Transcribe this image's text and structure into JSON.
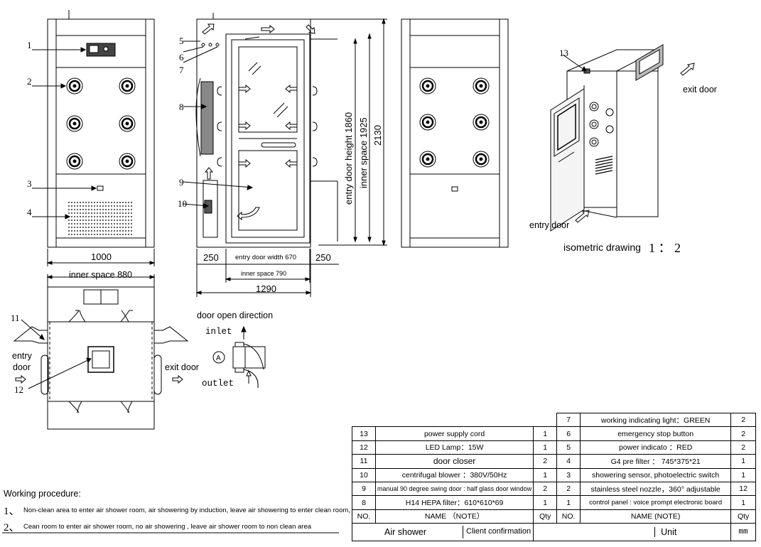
{
  "callouts": {
    "c1": "1",
    "c2": "2",
    "c3": "3",
    "c4": "4",
    "c5": "5",
    "c6": "6",
    "c7": "7",
    "c8": "8",
    "c9": "9",
    "c10": "10",
    "c11": "11",
    "c12": "12",
    "c13": "13"
  },
  "dimensions": {
    "front_width": "1000",
    "side_left": "250",
    "side_door_width": "entry door width 670",
    "side_right": "250",
    "side_inner": "inner space 790",
    "side_total": "1290",
    "door_height": "entry door height 1860",
    "inner_height": "inner space 1925",
    "total_height": "2130",
    "plan_inner": "inner space 880"
  },
  "labels": {
    "exit_door_iso": "exit door",
    "entry_door_iso": "entry door",
    "iso_caption": "isometric drawing",
    "iso_scale": "1 ： 2",
    "entry_plan_1": "entry",
    "entry_plan_2": "door",
    "exit_plan": "exit door",
    "door_open_dir": "door open direction",
    "inlet": "inlet",
    "outlet": "outlet",
    "circle_a": "A"
  },
  "procedure": {
    "heading": "Working procedure:",
    "steps": [
      {
        "num": "1、",
        "text": "Non-clean area to enter air shower room, air showering by induction, leave air showering to enter clean room,"
      },
      {
        "num": "2、",
        "text": "Cean room to enter air shower room, no air showering , leave air shower room to non clean area"
      }
    ]
  },
  "bom": {
    "top_right": {
      "no": "7",
      "name": "working indicating light：GREEN",
      "qty": "2"
    },
    "rows": [
      {
        "l_no": "13",
        "l_name": "power supply cord",
        "l_qty": "1",
        "r_no": "6",
        "r_name": "emergency stop button",
        "r_qty": "2"
      },
      {
        "l_no": "12",
        "l_name": "LED Lamp：15W",
        "l_qty": "1",
        "r_no": "5",
        "r_name": "power indicato ：RED",
        "r_qty": "2"
      },
      {
        "l_no": "11",
        "l_name": "door closer",
        "l_qty": "2",
        "r_no": "4",
        "r_name": "G4 pre filter ： 745*375*21",
        "r_qty": "1"
      },
      {
        "l_no": "10",
        "l_name": "centrifugal blower ：380V/50Hz",
        "l_qty": "1",
        "r_no": "3",
        "r_name": "showering sensor, photoelectric switch",
        "r_qty": "1"
      },
      {
        "l_no": "9",
        "l_name": "manual 90 degree swing door : half glass door window",
        "l_qty": "2",
        "r_no": "2",
        "r_name": "stainless steel nozzle，360° adjustable",
        "r_qty": "12"
      },
      {
        "l_no": "8",
        "l_name": "H14 HEPA filter：610*610*69",
        "l_qty": "1",
        "r_no": "1",
        "r_name": "control panel : voice prompt electronic board",
        "r_qty": "1"
      }
    ],
    "header": {
      "no": "NO.",
      "name": "NAME （NOTE）",
      "qty": "Qty",
      "no2": "NO.",
      "name2": "NAME (NOTE)",
      "qty2": "Qty"
    },
    "title": {
      "product": "Air shower",
      "client": "Client confirmation",
      "unit_label": "Unit",
      "unit": "mm"
    }
  }
}
